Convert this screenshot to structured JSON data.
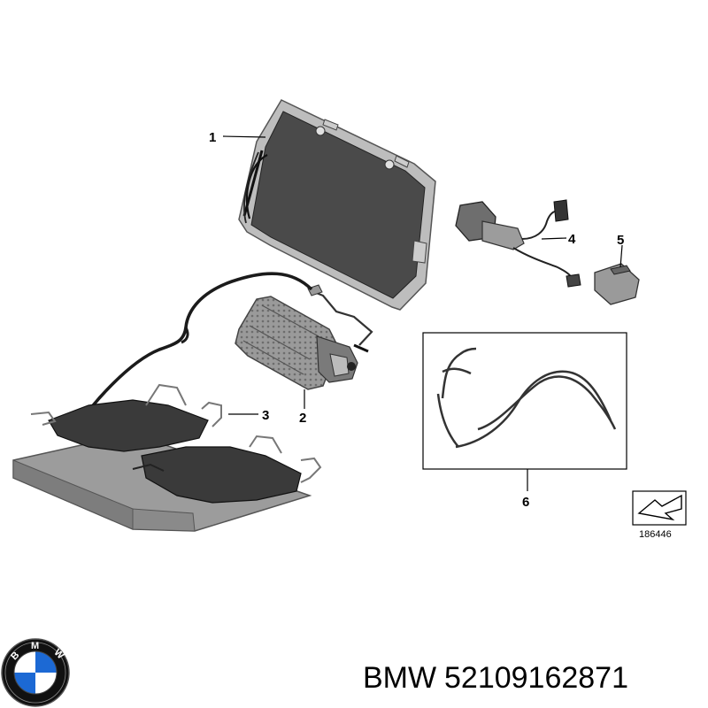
{
  "callouts": [
    "1",
    "2",
    "3",
    "4",
    "5",
    "6"
  ],
  "reference_number": "186446",
  "logo": {
    "text": "BMW",
    "colors": {
      "blue": "#1c69d4",
      "white": "#ffffff",
      "ring": "#111111"
    }
  },
  "footer": {
    "brand": "BMW",
    "part_number": "52109162871"
  }
}
